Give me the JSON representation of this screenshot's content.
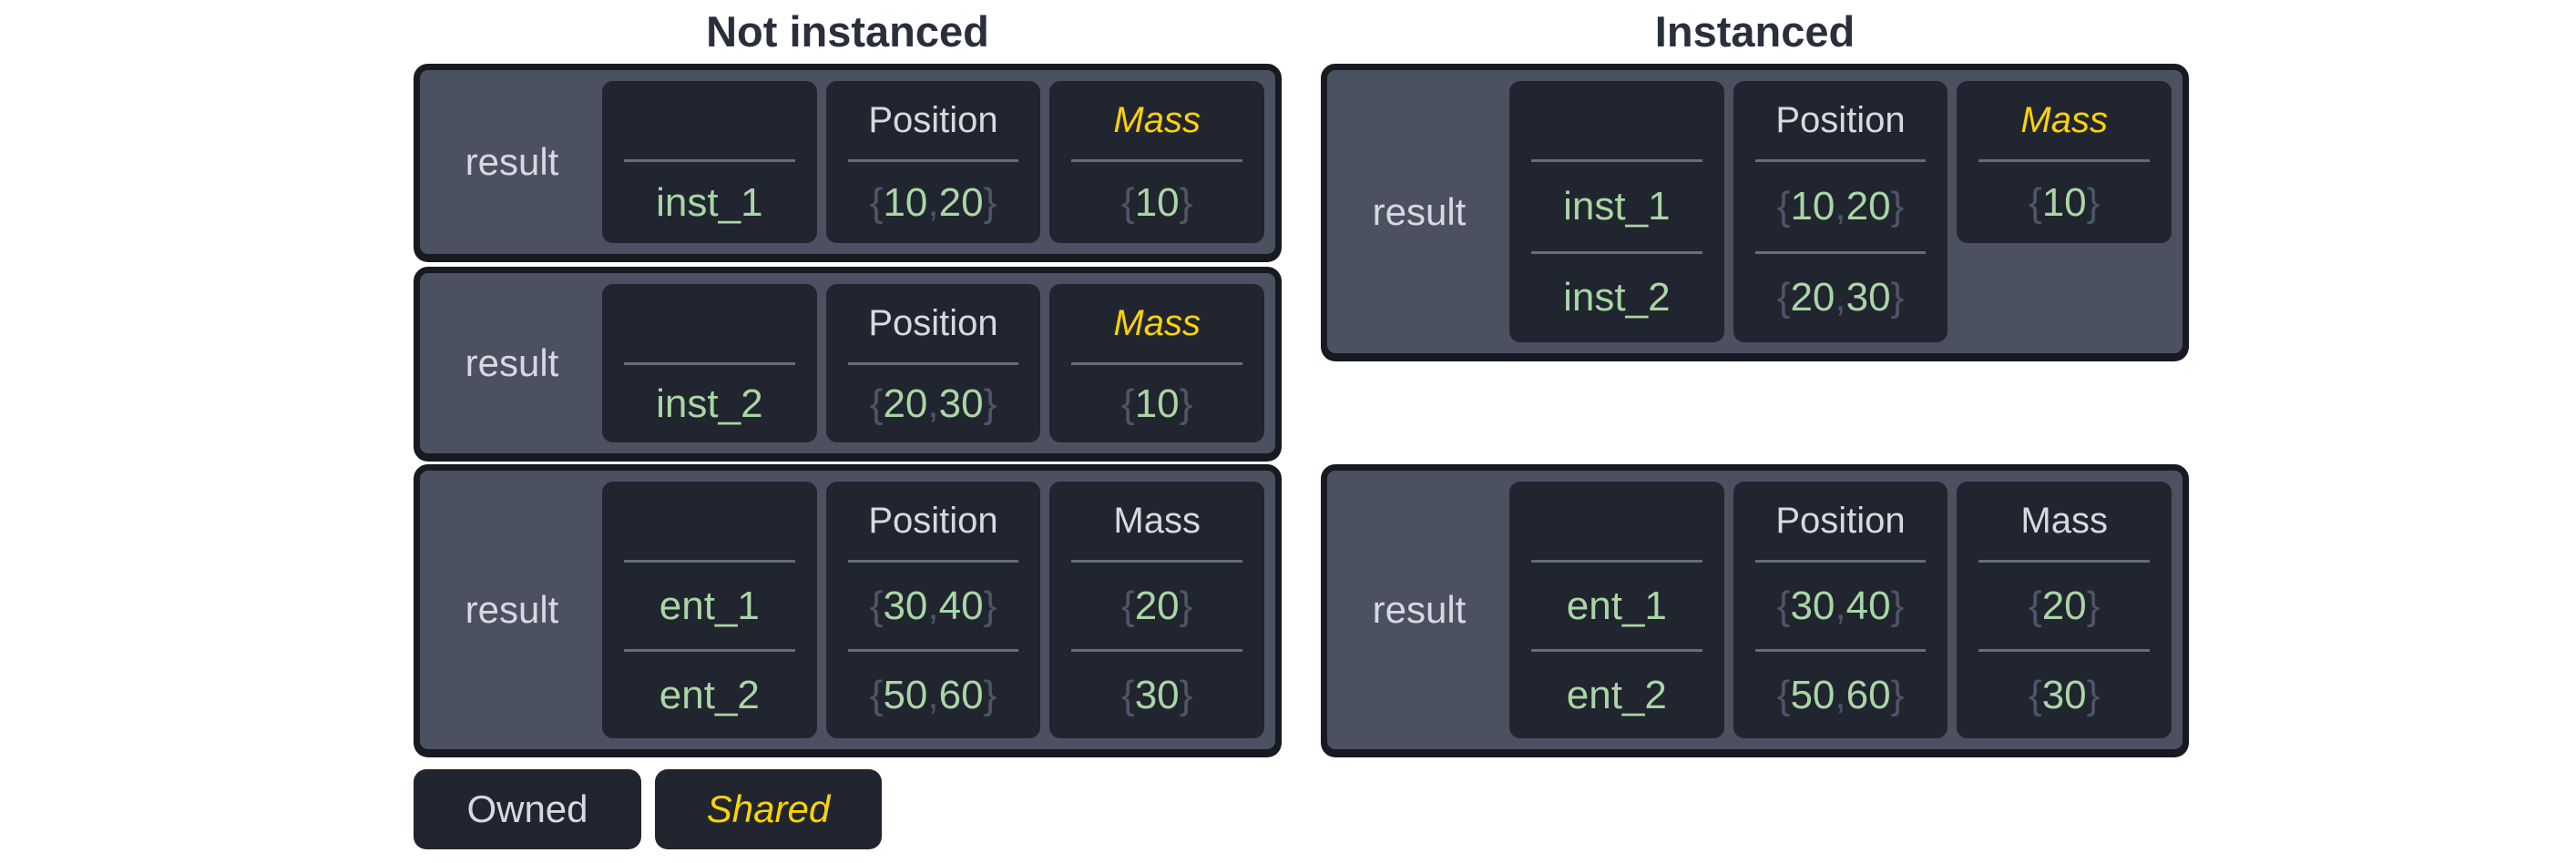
{
  "titles": {
    "left": "Not instanced",
    "right": "Instanced"
  },
  "legend": {
    "owned_label": "Owned",
    "shared_label": "Shared"
  },
  "colors": {
    "page_bg": "#ffffff",
    "title_text": "#2a2f3c",
    "box_bg": "#4b5161",
    "box_border": "#171a21",
    "cell_bg": "#21252f",
    "owned_text": "#d6d9e1",
    "shared_text": "#fcd303",
    "value_green": "#a9d6a5",
    "brace_gray": "#4e5566",
    "separator": "#656c7e"
  },
  "boxes": [
    {
      "slot": "l1",
      "group": "not-instanced",
      "row_label": "result",
      "columns": [
        {
          "name": "entity",
          "header": "",
          "header_style": "owned",
          "values": [
            "inst_1"
          ]
        },
        {
          "name": "position",
          "header": "Position",
          "header_style": "owned",
          "values": [
            "{10, 20}"
          ]
        },
        {
          "name": "mass",
          "header": "Mass",
          "header_style": "shared",
          "values": [
            "{10}"
          ]
        }
      ]
    },
    {
      "slot": "l2",
      "group": "not-instanced",
      "row_label": "result",
      "columns": [
        {
          "name": "entity",
          "header": "",
          "header_style": "owned",
          "values": [
            "inst_2"
          ]
        },
        {
          "name": "position",
          "header": "Position",
          "header_style": "owned",
          "values": [
            "{20, 30}"
          ]
        },
        {
          "name": "mass",
          "header": "Mass",
          "header_style": "shared",
          "values": [
            "{10}"
          ]
        }
      ]
    },
    {
      "slot": "l3",
      "group": "not-instanced",
      "row_label": "result",
      "columns": [
        {
          "name": "entity",
          "header": "",
          "header_style": "owned",
          "values": [
            "ent_1",
            "ent_2"
          ]
        },
        {
          "name": "position",
          "header": "Position",
          "header_style": "owned",
          "values": [
            "{30, 40}",
            "{50, 60}"
          ]
        },
        {
          "name": "mass",
          "header": "Mass",
          "header_style": "owned",
          "values": [
            "{20}",
            "{30}"
          ]
        }
      ]
    },
    {
      "slot": "r1",
      "group": "instanced",
      "row_label": "result",
      "columns": [
        {
          "name": "entity",
          "header": "",
          "header_style": "owned",
          "values": [
            "inst_1",
            "inst_2"
          ]
        },
        {
          "name": "position",
          "header": "Position",
          "header_style": "owned",
          "values": [
            "{10, 20}",
            "{20, 30}"
          ]
        },
        {
          "name": "mass",
          "header": "Mass",
          "header_style": "shared",
          "values": [
            "{10}"
          ],
          "short": true
        }
      ]
    },
    {
      "slot": "r2",
      "group": "instanced",
      "row_label": "result",
      "columns": [
        {
          "name": "entity",
          "header": "",
          "header_style": "owned",
          "values": [
            "ent_1",
            "ent_2"
          ]
        },
        {
          "name": "position",
          "header": "Position",
          "header_style": "owned",
          "values": [
            "{30, 40}",
            "{50, 60}"
          ]
        },
        {
          "name": "mass",
          "header": "Mass",
          "header_style": "owned",
          "values": [
            "{20}",
            "{30}"
          ]
        }
      ]
    }
  ]
}
